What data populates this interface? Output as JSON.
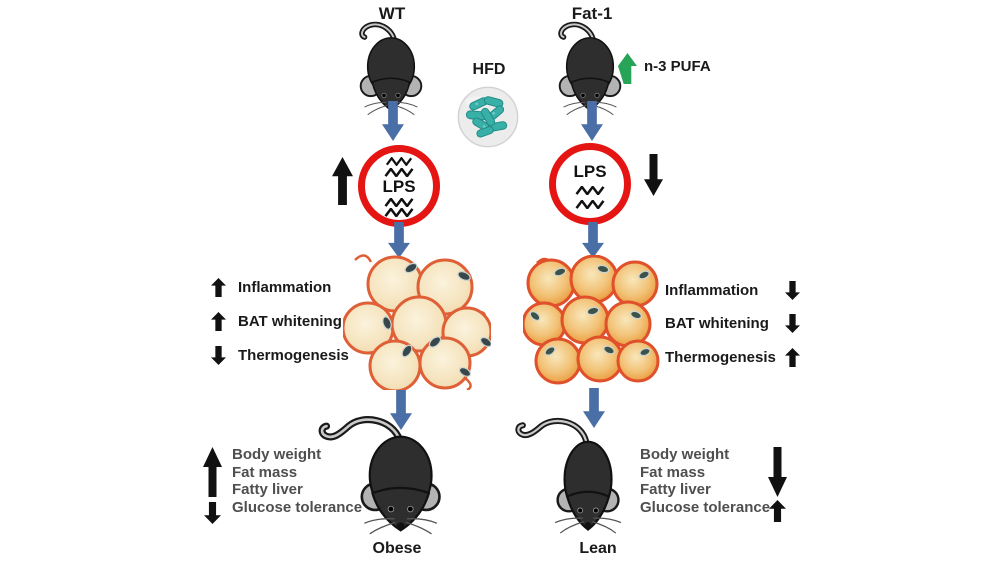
{
  "center": {
    "hfd_label": "HFD",
    "hfd_pills": "teal capsules in a dish"
  },
  "left": {
    "genotype": "WT",
    "lps_label": "LPS",
    "lps_direction": "up",
    "tissue": "pale whitened adipocytes (BAT whitening)",
    "effects": [
      {
        "label": "Inflammation",
        "direction": "up"
      },
      {
        "label": "BAT whitening",
        "direction": "up"
      },
      {
        "label": "Thermogenesis",
        "direction": "down"
      }
    ],
    "outcomes": {
      "lines": [
        "Body weight",
        "Fat mass",
        "Fatty liver",
        "Glucose tolerance"
      ],
      "grouped_direction": "up",
      "glucose_direction": "down"
    },
    "phenotype": "Obese"
  },
  "right": {
    "genotype": "Fat-1",
    "pufa_label": "n-3 PUFA",
    "pufa_direction": "up",
    "lps_label": "LPS",
    "lps_direction": "down",
    "tissue": "orange brown adipocytes",
    "effects": [
      {
        "label": "Inflammation",
        "direction": "down"
      },
      {
        "label": "BAT whitening",
        "direction": "down"
      },
      {
        "label": "Thermogenesis",
        "direction": "up"
      }
    ],
    "outcomes": {
      "lines": [
        "Body weight",
        "Fat mass",
        "Fatty liver",
        "Glucose tolerance"
      ],
      "grouped_direction": "down",
      "glucose_direction": "up"
    },
    "phenotype": "Lean"
  },
  "colors": {
    "lps_ring_red": "#e41512",
    "flow_arrow_blue": "#4a6ea6",
    "pufa_green": "#27a457",
    "pill_teal": "#38b0a8",
    "pale_cell_fill": "#f5e3bd",
    "brown_cell_fill": "#e8922f",
    "cell_outline": "#df5f36",
    "mouse_body": "#2e2e2e",
    "outcome_text_gray": "#4f4f4f"
  }
}
